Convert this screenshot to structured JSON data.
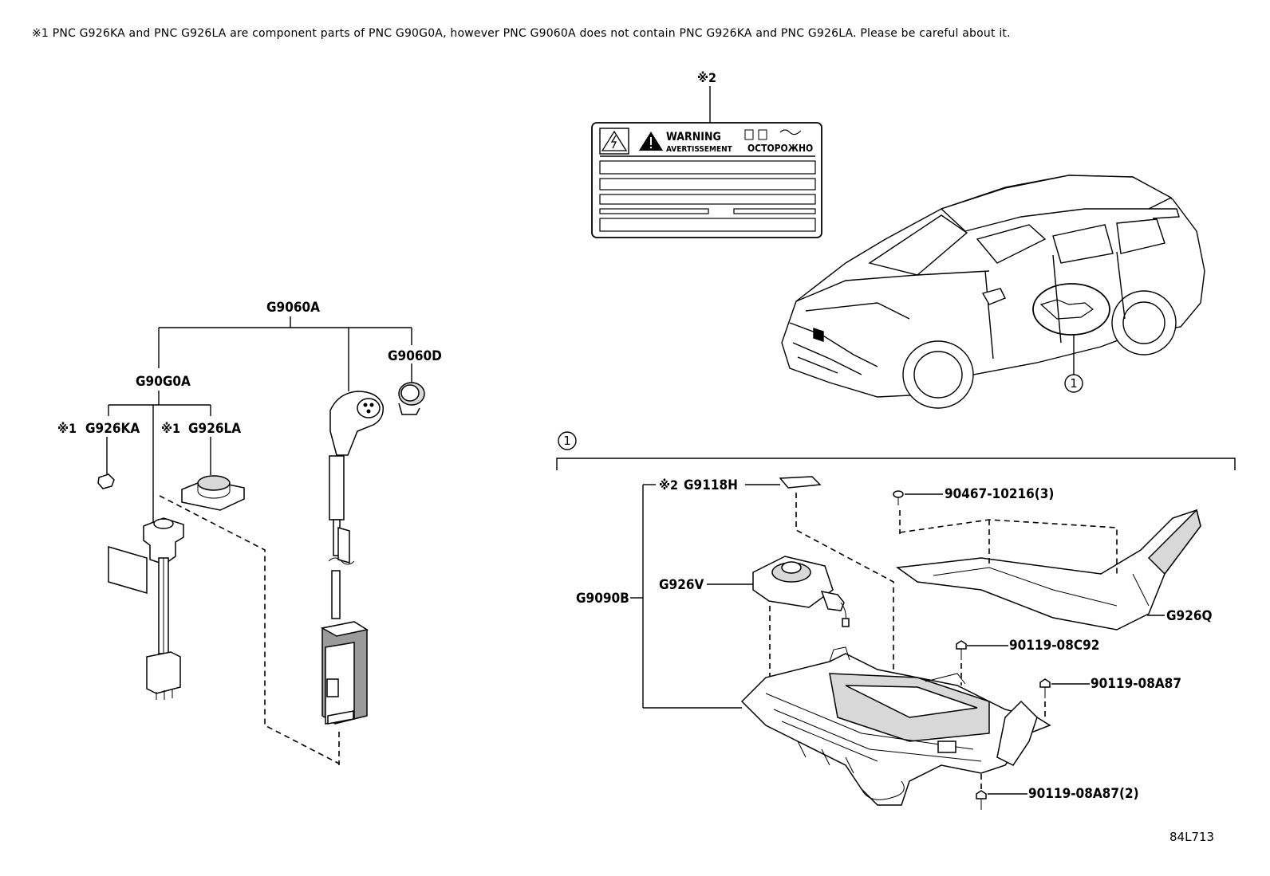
{
  "note": "※1 PNC G926KA and PNC G926LA are component parts of PNC G90G0A, however PNC G9060A does not contain PNC G926KA and PNC G926LA. Please be careful about it.",
  "labels": {
    "g9060a": "G9060A",
    "g90g0a": "G90G0A",
    "g9060d": "G9060D",
    "g926ka": "G926KA",
    "g926la": "G926LA",
    "ref1_mark": "※1",
    "ref2_mark": "※2",
    "g9118h": "G9118H",
    "g926v": "G926V",
    "g9090b": "G9090B",
    "g926q": "G926Q",
    "bolt_90467": "90467-10216(3)",
    "bolt_08c92": "90119-08C92",
    "bolt_08a87": "90119-08A87",
    "bolt_08a87_2": "90119-08A87(2)",
    "circle_1": "1",
    "diagram_id": "84L713"
  },
  "warning_label": {
    "warning": "WARNING",
    "avertissement": "AVERTISSEMENT",
    "russian": "ОСТОРОЖНО"
  }
}
